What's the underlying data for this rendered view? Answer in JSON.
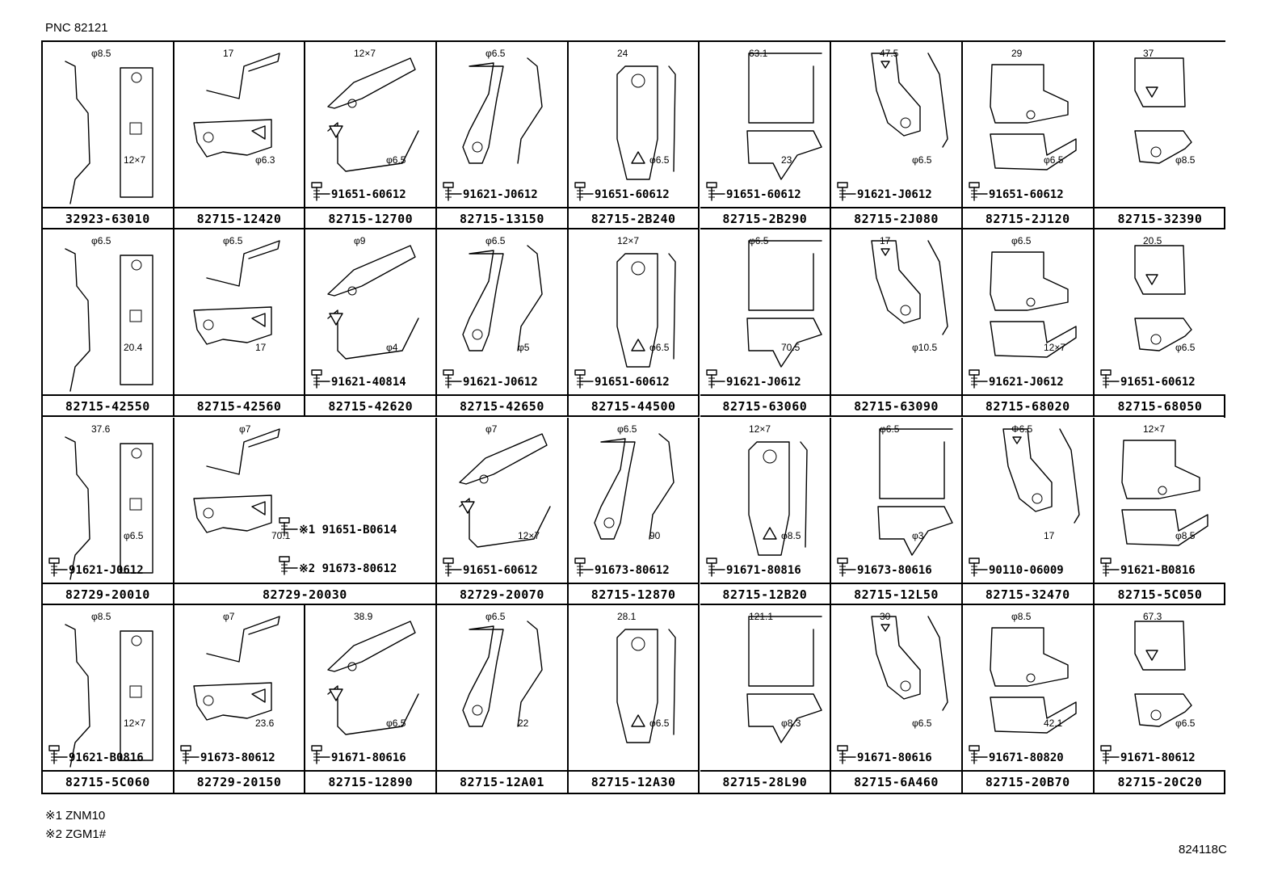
{
  "header": {
    "pnc": "PNC 82121"
  },
  "rows": [
    {
      "cells": [
        {
          "part": "32923-63010",
          "bolt": "",
          "dims": [
            "φ8.5",
            "12×7"
          ]
        },
        {
          "part": "82715-12420",
          "bolt": "",
          "dims": [
            "17",
            "φ6.3"
          ]
        },
        {
          "part": "82715-12700",
          "bolt": "91651-60612",
          "dims": [
            "12×7",
            "φ6.5"
          ]
        },
        {
          "part": "82715-13150",
          "bolt": "91621-J0612",
          "dims": [
            "φ6.5"
          ]
        },
        {
          "part": "82715-2B240",
          "bolt": "91651-60612",
          "dims": [
            "24",
            "φ6.5"
          ]
        },
        {
          "part": "82715-2B290",
          "bolt": "91651-60612",
          "dims": [
            "63.1",
            "23"
          ]
        },
        {
          "part": "82715-2J080",
          "bolt": "91621-J0612",
          "dims": [
            "47.5",
            "φ6.5"
          ]
        },
        {
          "part": "82715-2J120",
          "bolt": "91651-60612",
          "dims": [
            "29",
            "φ6.5"
          ]
        },
        {
          "part": "82715-32390",
          "bolt": "",
          "dims": [
            "37",
            "φ8.5"
          ]
        }
      ]
    },
    {
      "cells": [
        {
          "part": "82715-42550",
          "bolt": "",
          "dims": [
            "φ6.5",
            "20.4"
          ]
        },
        {
          "part": "82715-42560",
          "bolt": "",
          "dims": [
            "φ6.5",
            "17"
          ]
        },
        {
          "part": "82715-42620",
          "bolt": "91621-40814",
          "dims": [
            "φ9",
            "φ4"
          ]
        },
        {
          "part": "82715-42650",
          "bolt": "91621-J0612",
          "dims": [
            "φ6.5",
            "φ5"
          ]
        },
        {
          "part": "82715-44500",
          "bolt": "91651-60612",
          "dims": [
            "12×7",
            "φ6.5"
          ]
        },
        {
          "part": "82715-63060",
          "bolt": "91621-J0612",
          "dims": [
            "φ6.5",
            "70.5"
          ]
        },
        {
          "part": "82715-63090",
          "bolt": "",
          "dims": [
            "17",
            "φ10.5"
          ]
        },
        {
          "part": "82715-68020",
          "bolt": "91621-J0612",
          "dims": [
            "φ6.5",
            "12×7"
          ]
        },
        {
          "part": "82715-68050",
          "bolt": "91651-60612",
          "dims": [
            "20.5",
            "φ6.5"
          ]
        }
      ]
    },
    {
      "cells": [
        {
          "part": "82729-20010",
          "bolt": "91621-J0612",
          "dims": [
            "37.6",
            "φ6.5"
          ]
        },
        {
          "part": "82729-20030",
          "bolt": "",
          "dims": [
            "φ7",
            "70.1"
          ],
          "span": 2,
          "bolts": [
            "※1 91651-B0614",
            "※2 91673-80612"
          ]
        },
        {
          "part": "82729-20070",
          "bolt": "91651-60612",
          "dims": [
            "φ7",
            "12×7"
          ]
        },
        {
          "part": "82715-12870",
          "bolt": "91673-80612",
          "dims": [
            "φ6.5",
            "90"
          ]
        },
        {
          "part": "82715-12B20",
          "bolt": "91671-80816",
          "dims": [
            "12×7",
            "φ8.5"
          ]
        },
        {
          "part": "82715-12L50",
          "bolt": "91673-80616",
          "dims": [
            "φ6.5",
            "φ3"
          ]
        },
        {
          "part": "82715-32470",
          "bolt": "90110-06009",
          "dims": [
            "Φ6.5",
            "17"
          ]
        },
        {
          "part": "82715-5C050",
          "bolt": "91621-B0816",
          "dims": [
            "12×7",
            "φ8.5"
          ]
        }
      ]
    },
    {
      "cells": [
        {
          "part": "82715-5C060",
          "bolt": "91621-B0816",
          "dims": [
            "φ8.5",
            "12×7"
          ]
        },
        {
          "part": "82729-20150",
          "bolt": "91673-80612",
          "dims": [
            "φ7",
            "23.6"
          ]
        },
        {
          "part": "82715-12890",
          "bolt": "91671-80616",
          "dims": [
            "38.9",
            "φ6.5"
          ]
        },
        {
          "part": "82715-12A01",
          "bolt": "",
          "dims": [
            "φ6.5",
            "22"
          ]
        },
        {
          "part": "82715-12A30",
          "bolt": "",
          "dims": [
            "28.1",
            "φ6.5"
          ]
        },
        {
          "part": "82715-28L90",
          "bolt": "",
          "dims": [
            "121.1",
            "φ8.3"
          ]
        },
        {
          "part": "82715-6A460",
          "bolt": "91671-80616",
          "dims": [
            "30",
            "φ6.5"
          ]
        },
        {
          "part": "82715-20B70",
          "bolt": "91671-80820",
          "dims": [
            "φ8.5",
            "42.1"
          ]
        },
        {
          "part": "82715-20C20",
          "bolt": "91671-80612",
          "dims": [
            "67.3",
            "φ6.5"
          ]
        }
      ]
    }
  ],
  "notes": [
    "※1 ZNM10",
    "※2 ZGM1#"
  ],
  "illustration_code": "824118C"
}
